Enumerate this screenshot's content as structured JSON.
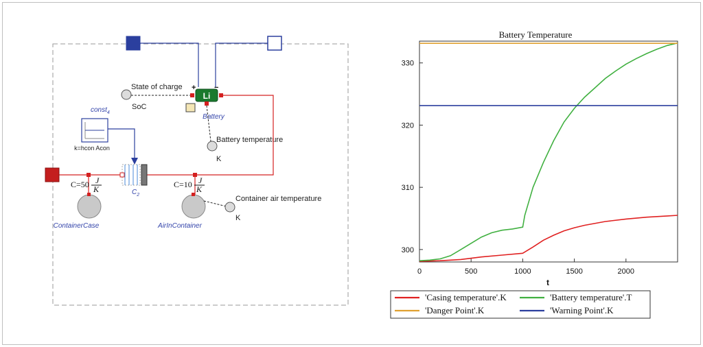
{
  "diagram": {
    "soc_label": "State of charge",
    "soc_var": "SoC",
    "battery_name": "Battery",
    "battery_icon_text": "Li",
    "battery_plus": "+",
    "battery_minus": "−",
    "battery_temp_label": "Battery temperature",
    "battery_temp_unit": "K",
    "const_name": "const",
    "const_subscript": "4",
    "const_param": "k=hcon Acon",
    "convection_name": "C",
    "convection_subscript": "2",
    "case_capacity": "C=50",
    "case_unit_num": "J",
    "case_unit_den": "K",
    "case_name": "ContainerCase",
    "air_capacity": "C=10",
    "air_unit_num": "J",
    "air_unit_den": "K",
    "air_name": "AirInContainer",
    "air_temp_label": "Container air temperature",
    "air_temp_unit": "K"
  },
  "colors": {
    "danger": "#e0a030",
    "warning": "#2b3f9e",
    "casing": "#e02020",
    "battery": "#40b040",
    "wire_blue": "#2b3f9e",
    "wire_red": "#d42020",
    "battery_green": "#1a7a2e"
  },
  "chart_data": {
    "type": "line",
    "title": "Battery Temperature",
    "xlabel": "t",
    "ylabel": "",
    "xlim": [
      0,
      2500
    ],
    "ylim": [
      298,
      333.5
    ],
    "x_ticks": [
      0,
      500,
      1000,
      1500,
      2000
    ],
    "y_ticks": [
      300,
      310,
      320,
      330
    ],
    "grid": false,
    "legend_position": "bottom",
    "series": [
      {
        "name": "'Casing temperature'.K",
        "color": "#e02020",
        "x": [
          0,
          200,
          400,
          600,
          800,
          1000,
          1100,
          1200,
          1300,
          1400,
          1500,
          1600,
          1800,
          2000,
          2200,
          2400,
          2500
        ],
        "y": [
          298.1,
          298.2,
          298.4,
          298.8,
          299.1,
          299.4,
          300.4,
          301.5,
          302.3,
          303.0,
          303.5,
          303.9,
          304.5,
          304.9,
          305.2,
          305.4,
          305.5
        ]
      },
      {
        "name": "'Battery temperature'.T",
        "color": "#40b040",
        "x": [
          0,
          100,
          200,
          300,
          400,
          500,
          600,
          700,
          800,
          900,
          1000,
          1020,
          1100,
          1200,
          1300,
          1400,
          1500,
          1600,
          1700,
          1800,
          1900,
          2000,
          2100,
          2200,
          2300,
          2400,
          2500
        ],
        "y": [
          298.2,
          298.3,
          298.5,
          299.0,
          300.0,
          301.0,
          302.0,
          302.7,
          303.1,
          303.3,
          303.6,
          305.5,
          310.0,
          314.0,
          317.5,
          320.5,
          322.7,
          324.5,
          326.0,
          327.5,
          328.7,
          329.8,
          330.7,
          331.5,
          332.2,
          332.8,
          333.2
        ]
      },
      {
        "name": "'Danger Point'.K",
        "color": "#e0a030",
        "x": [
          0,
          2500
        ],
        "y": [
          333.15,
          333.15
        ]
      },
      {
        "name": "'Warning Point'.K",
        "color": "#2b3f9e",
        "x": [
          0,
          2500
        ],
        "y": [
          323.15,
          323.15
        ]
      }
    ]
  }
}
